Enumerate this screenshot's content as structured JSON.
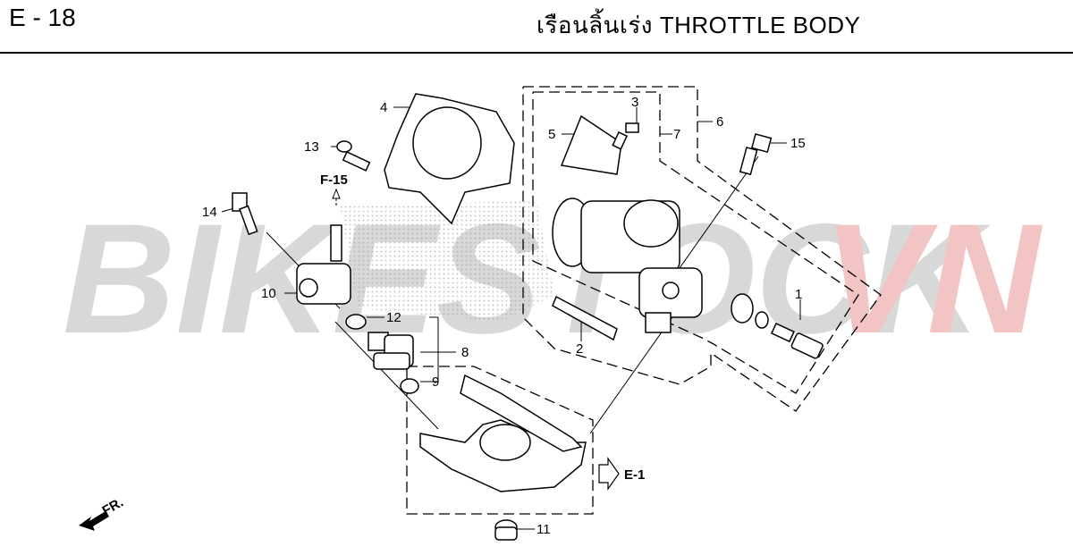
{
  "header": {
    "page_code": "E - 18",
    "title": "เรือนลิ้นเร่ง  THROTTLE BODY"
  },
  "watermark": {
    "text_main": "BIKESTOCK",
    "text_accent": "VN",
    "color_main": "#d8d8d8",
    "color_accent": "#f2c4c4"
  },
  "callouts": {
    "p1": "1",
    "p2": "2",
    "p3": "3",
    "p4": "4",
    "p5": "5",
    "p6": "6",
    "p7": "7",
    "p8": "8",
    "p9": "9",
    "p10": "10",
    "p11": "11",
    "p12": "12",
    "p13": "13",
    "p14": "14",
    "p15": "15"
  },
  "references": {
    "f15": "F-15",
    "e1": "E-1",
    "front": "FR."
  }
}
